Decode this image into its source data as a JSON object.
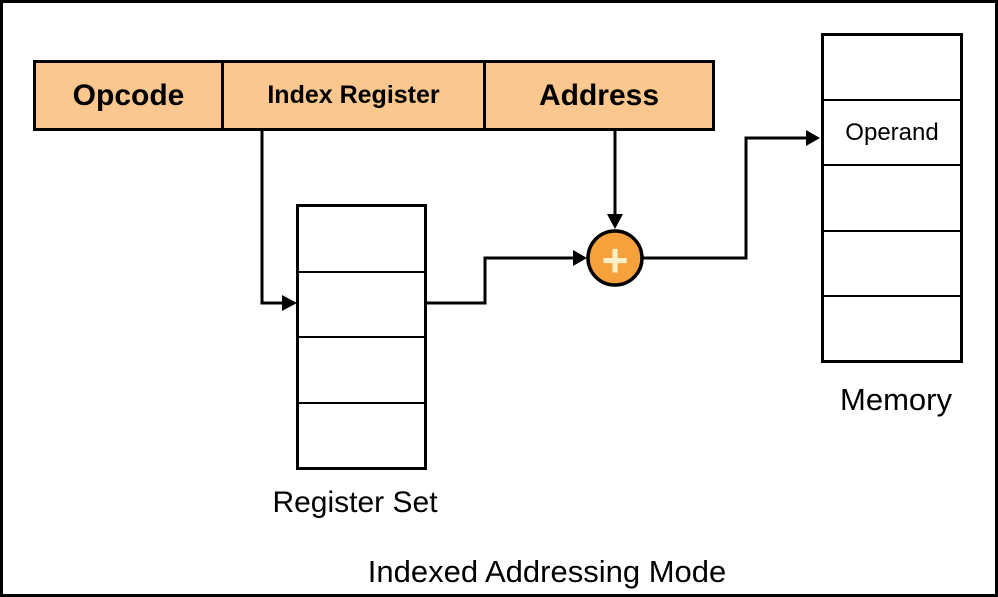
{
  "diagram": {
    "caption": "Indexed Addressing Mode",
    "instruction_format": {
      "fields": [
        {
          "label": "Opcode"
        },
        {
          "label": "Index Register"
        },
        {
          "label": "Address"
        }
      ]
    },
    "register_set": {
      "label": "Register Set",
      "row_count": 4
    },
    "adder": {
      "symbol": "+"
    },
    "memory": {
      "label": "Memory",
      "row_count": 5,
      "operand_cell": "Operand"
    }
  },
  "colors": {
    "field_fill": "#FAC78E",
    "adder_fill": "#F6A13B",
    "adder_symbol_color": "#FCF0C8",
    "line_color": "#000000"
  }
}
